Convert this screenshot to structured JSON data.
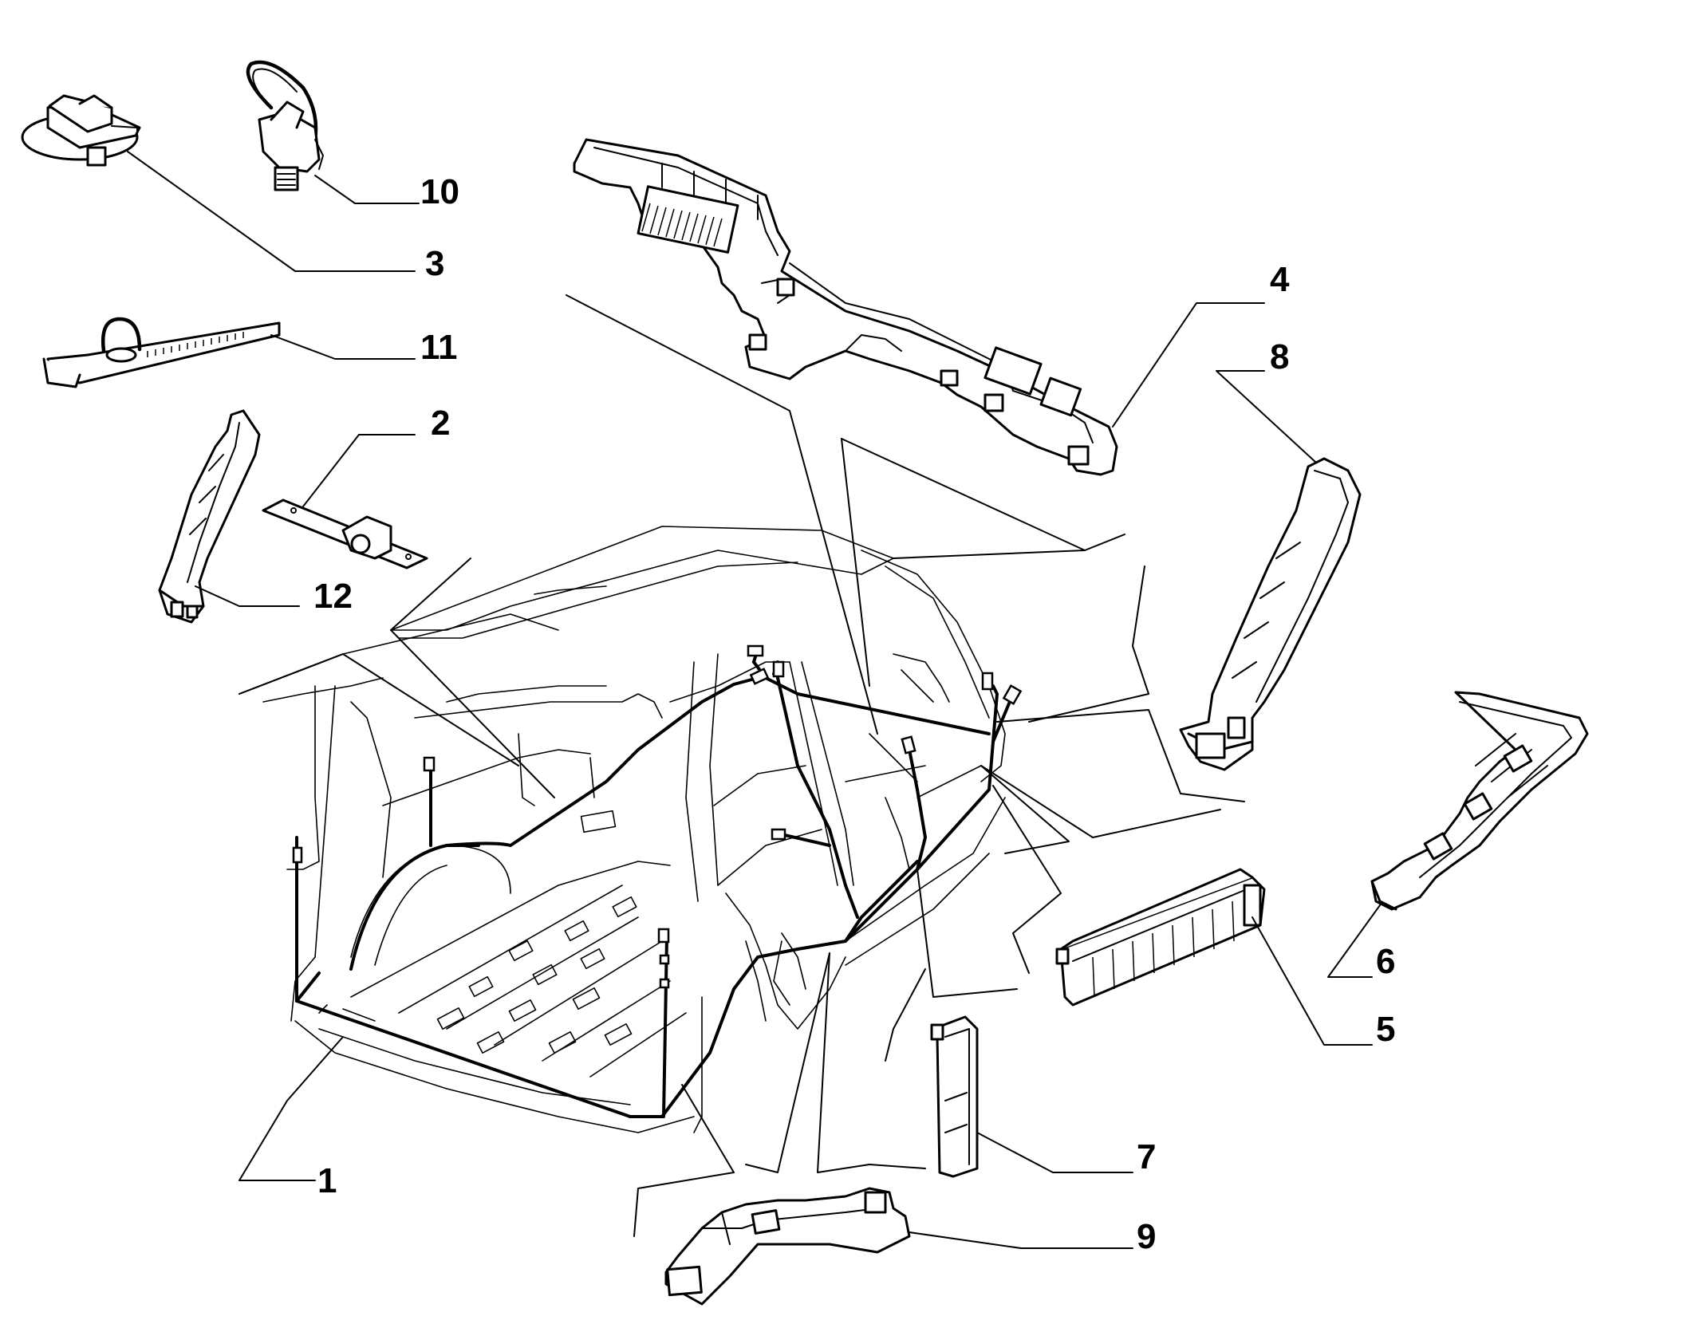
{
  "diagram": {
    "background": "#ffffff",
    "line_color": "#000000",
    "callouts": [
      {
        "id": "1",
        "label": "1"
      },
      {
        "id": "2",
        "label": "2"
      },
      {
        "id": "3",
        "label": "3"
      },
      {
        "id": "4",
        "label": "4"
      },
      {
        "id": "5",
        "label": "5"
      },
      {
        "id": "6",
        "label": "6"
      },
      {
        "id": "7",
        "label": "7"
      },
      {
        "id": "8",
        "label": "8"
      },
      {
        "id": "9",
        "label": "9"
      },
      {
        "id": "10",
        "label": "10"
      },
      {
        "id": "11",
        "label": "11"
      },
      {
        "id": "12",
        "label": "12"
      }
    ]
  }
}
